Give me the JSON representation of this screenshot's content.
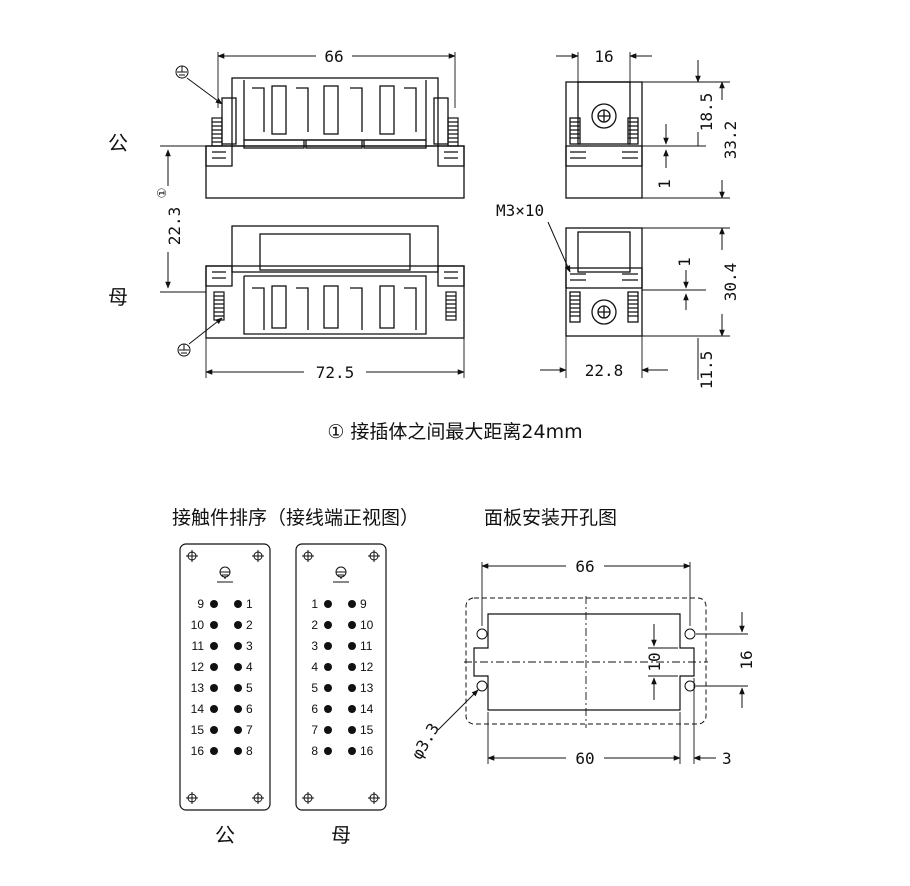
{
  "labels": {
    "male": "公",
    "female": "母",
    "note": "① 接插体之间最大距离24mm",
    "contact_title": "接触件排序（接线端正视图）",
    "panel_title": "面板安装开孔图",
    "screw": "M3×10",
    "ground_symbol": "⏚"
  },
  "dimensions": {
    "top_width": "66",
    "bottom_width": "72.5",
    "gap_height": "22.3",
    "gap_marker": "①",
    "side_width": "16",
    "side_h1": "18.5",
    "side_h2": "33.2",
    "side_step": "1",
    "side2_h": "30.4",
    "side2_step": "1",
    "side2_width": "22.8",
    "side2_h2": "11.5",
    "cut_width": "66",
    "cut_inner": "60",
    "cut_h10": "10",
    "cut_h16": "16",
    "cut_margin": "3",
    "hole_dia": "φ3.3"
  },
  "pins": {
    "male": {
      "left": [
        "9",
        "10",
        "11",
        "12",
        "13",
        "14",
        "15",
        "16"
      ],
      "right": [
        "1",
        "2",
        "3",
        "4",
        "5",
        "6",
        "7",
        "8"
      ]
    },
    "female": {
      "left": [
        "1",
        "2",
        "3",
        "4",
        "5",
        "6",
        "7",
        "8"
      ],
      "right": [
        "9",
        "10",
        "11",
        "12",
        "13",
        "14",
        "15",
        "16"
      ]
    }
  }
}
